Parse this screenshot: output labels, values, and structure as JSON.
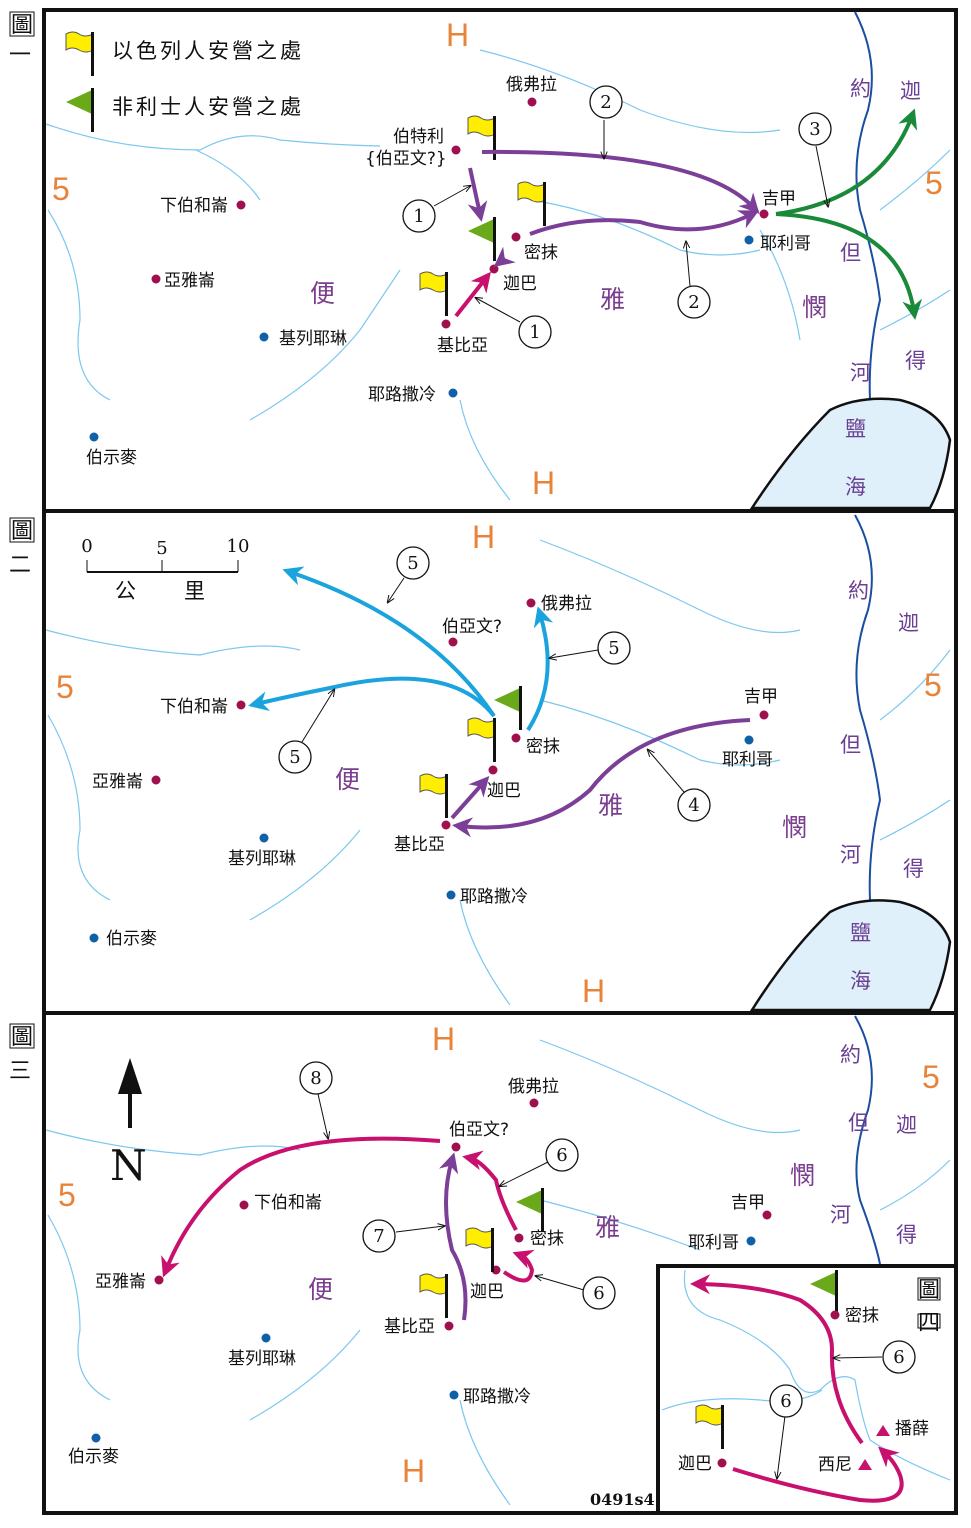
{
  "figure_labels": {
    "fig1": [
      "圖",
      "一"
    ],
    "fig2": [
      "圖",
      "二"
    ],
    "fig3": [
      "圖",
      "三"
    ],
    "fig4": [
      "圖",
      "四"
    ]
  },
  "legend": {
    "israel_camp": "以色列人安營之處",
    "philistine_camp": "非利士人安營之處"
  },
  "scale": {
    "ticks": [
      "0",
      "5",
      "10"
    ],
    "unit": [
      "公",
      "里"
    ]
  },
  "north": "N",
  "grid": {
    "h": "H",
    "five": "5"
  },
  "regions": {
    "benjamin": [
      "便",
      "雅",
      "憫"
    ],
    "jordan": [
      "約",
      "但",
      "河"
    ],
    "gad": [
      "迦",
      "得"
    ],
    "salt_sea": [
      "鹽",
      "海"
    ]
  },
  "places": {
    "ophrah": "俄弗拉",
    "bethel": "伯特利",
    "bethaven_q_brace": "{伯亞文?}",
    "bethaven_q": "伯亞文?",
    "lower_beth_horon": "下伯和崙",
    "aijalon": "亞雅崙",
    "kiriath_jearim": "基列耶琳",
    "jerusalem": "耶路撒冷",
    "beth_shemesh": "伯示麥",
    "michmash": "密抹",
    "geba": "迦巴",
    "gibeah": "基比亞",
    "gilgal": "吉甲",
    "jericho": "耶利哥",
    "bozez": "播薛",
    "seneh": "西尼"
  },
  "routes": {
    "r1": "1",
    "r2": "2",
    "r3": "3",
    "r4": "4",
    "r5": "5",
    "r6": "6",
    "r7": "7",
    "r8": "8"
  },
  "map_code": "0491s4",
  "colors": {
    "israel_flag": "#ffee00",
    "philistine_flag": "#6aaa1a",
    "purple": "#7b3f98",
    "magenta": "#c8106e",
    "blue": "#1aa3dc",
    "green": "#1a8a3a",
    "grid": "#e8833a"
  }
}
